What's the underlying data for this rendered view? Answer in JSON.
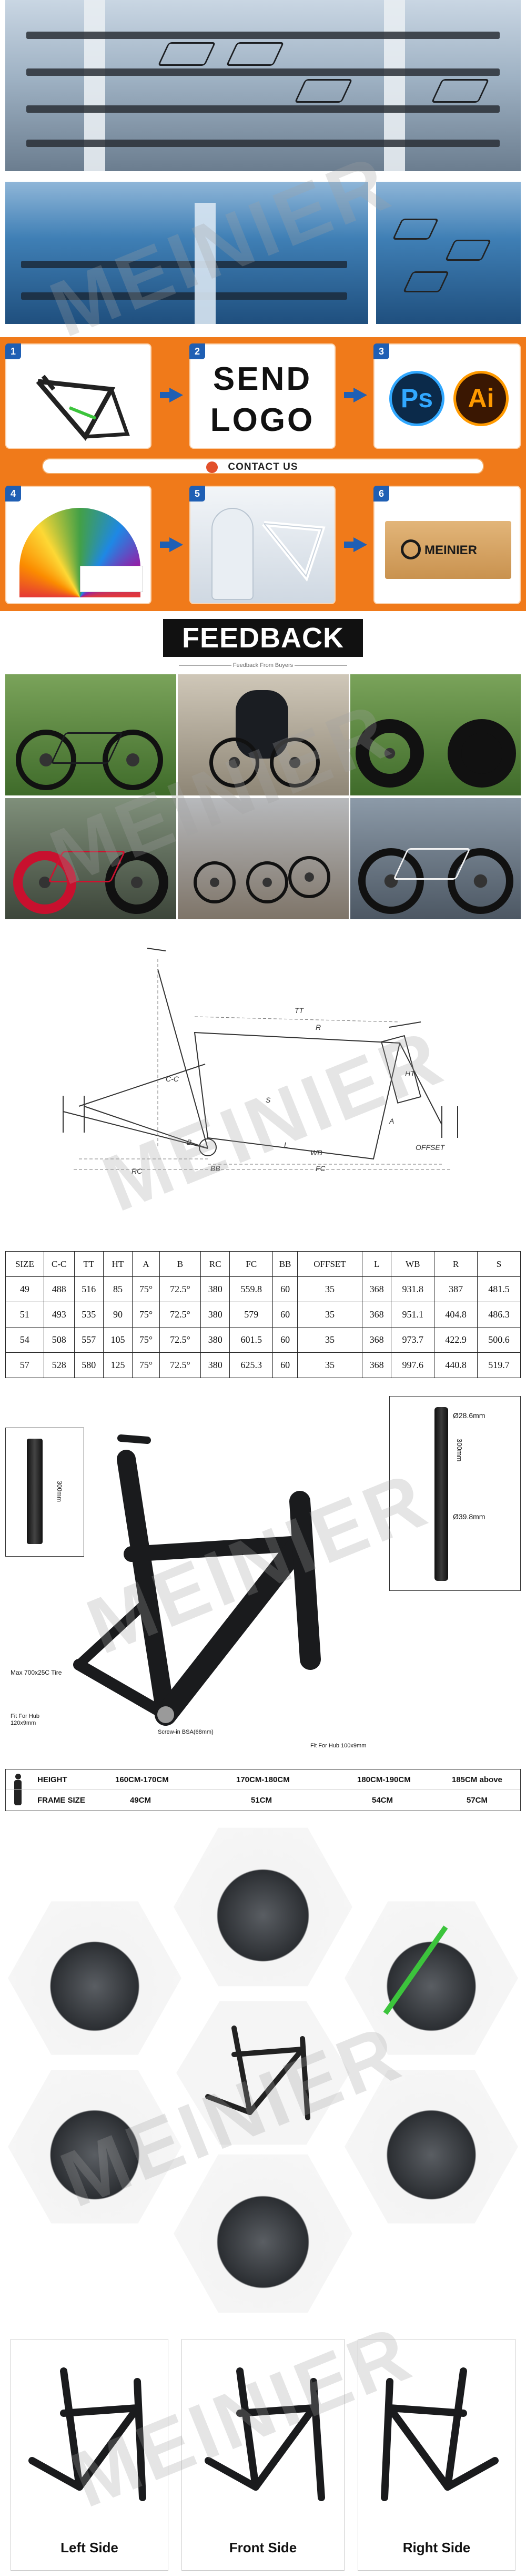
{
  "brand": {
    "watermark": "MEINIER",
    "logo_text": "MEINIER"
  },
  "process": {
    "step_numbers": [
      "1",
      "2",
      "3",
      "4",
      "5",
      "6"
    ],
    "send_logo_line1": "SEND",
    "send_logo_line2": "LOGO",
    "ps_label": "Ps",
    "ai_label": "Ai",
    "contact_label": "CONTACT US"
  },
  "feedback": {
    "title": "FEEDBACK",
    "subtitle": "Feedback From Buyers"
  },
  "geometry": {
    "labels": [
      "TT",
      "R",
      "HT",
      "C-C",
      "S",
      "A",
      "B",
      "WB",
      "FC",
      "BB",
      "OFFSET",
      "L",
      "RC"
    ]
  },
  "geometry_table": {
    "headers": [
      "SIZE",
      "C-C",
      "TT",
      "HT",
      "A",
      "B",
      "RC",
      "FC",
      "BB",
      "OFFSET",
      "L",
      "WB",
      "R",
      "S"
    ],
    "rows": [
      [
        "49",
        "488",
        "516",
        "85",
        "75°",
        "72.5°",
        "380",
        "559.8",
        "60",
        "35",
        "368",
        "931.8",
        "387",
        "481.5"
      ],
      [
        "51",
        "493",
        "535",
        "90",
        "75°",
        "72.5°",
        "380",
        "579",
        "60",
        "35",
        "368",
        "951.1",
        "404.8",
        "486.3"
      ],
      [
        "54",
        "508",
        "557",
        "105",
        "75°",
        "72.5°",
        "380",
        "601.5",
        "60",
        "35",
        "368",
        "973.7",
        "422.9",
        "500.6"
      ],
      [
        "57",
        "528",
        "580",
        "125",
        "75°",
        "72.5°",
        "380",
        "625.3",
        "60",
        "35",
        "368",
        "997.6",
        "440.8",
        "519.7"
      ]
    ]
  },
  "frame_specs": {
    "seatpost_length": "300mm",
    "steerer_top": "Ø28.6mm",
    "steerer_length": "300mm",
    "steerer_bottom": "Ø39.8mm",
    "tire_clearance": "Max 700x25C Tire",
    "rear_hub": "Fit For Hub 120x9mm",
    "bottom_bracket": "Screw-in BSA(68mm)",
    "front_hub": "Fit For Hub 100x9mm"
  },
  "size_chart": {
    "height_label": "HEIGHT",
    "frame_label": "FRAME SIZE",
    "heights": [
      "160CM-170CM",
      "170CM-180CM",
      "180CM-190CM",
      "185CM above"
    ],
    "sizes": [
      "49CM",
      "51CM",
      "54CM",
      "57CM"
    ]
  },
  "views": {
    "left": "Left Side",
    "front": "Front Side",
    "right": "Right Side"
  },
  "colors": {
    "process_orange": "#f07a1a",
    "step_blue": "#1f5fb4",
    "accent_green": "#3cc43c"
  }
}
